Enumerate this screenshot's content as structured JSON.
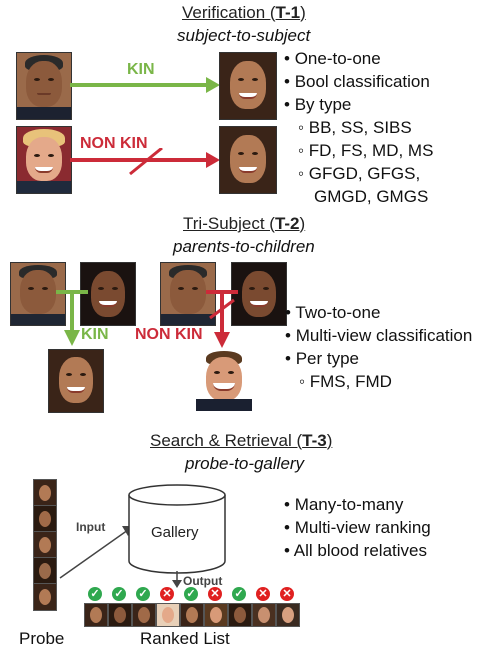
{
  "colors": {
    "kin": "#7ab648",
    "nonkin": "#cc2b39",
    "check_ok": "#2fa84f",
    "check_bad": "#e02020"
  },
  "section1": {
    "title_prefix": "Verification (",
    "title_code": "T-1",
    "title_suffix": ")",
    "subtitle": "subject-to-subject",
    "kin_label": "KIN",
    "nonkin_label": "NON KIN",
    "bullets": [
      "One-to-one",
      "Bool classification",
      "By type"
    ],
    "sub_bullets": [
      "BB, SS, SIBS",
      "FD, FS, MD, MS",
      "GFGD, GFGS,",
      "GMGD, GMGS"
    ]
  },
  "section2": {
    "title_prefix": "Tri-Subject (",
    "title_code": "T-2",
    "title_suffix": ")",
    "subtitle": "parents-to-children",
    "kin_label": "KIN",
    "nonkin_label": "NON KIN",
    "bullets": [
      "Two-to-one",
      "Multi-view classification",
      "Per type"
    ],
    "sub_bullets": [
      "FMS, FMD"
    ]
  },
  "section3": {
    "title_prefix": "Search & Retrieval (",
    "title_code": "T-3",
    "title_suffix": ")",
    "subtitle": "probe-to-gallery",
    "input_label": "Input",
    "gallery_label": "Gallery",
    "output_label": "Output",
    "probe_label": "Probe",
    "ranked_label": "Ranked List",
    "bullets": [
      "Many-to-many",
      "Multi-view ranking",
      "All blood relatives"
    ],
    "ranked_results": [
      "check",
      "check",
      "check",
      "cross",
      "check",
      "cross",
      "check",
      "cross",
      "cross"
    ]
  }
}
